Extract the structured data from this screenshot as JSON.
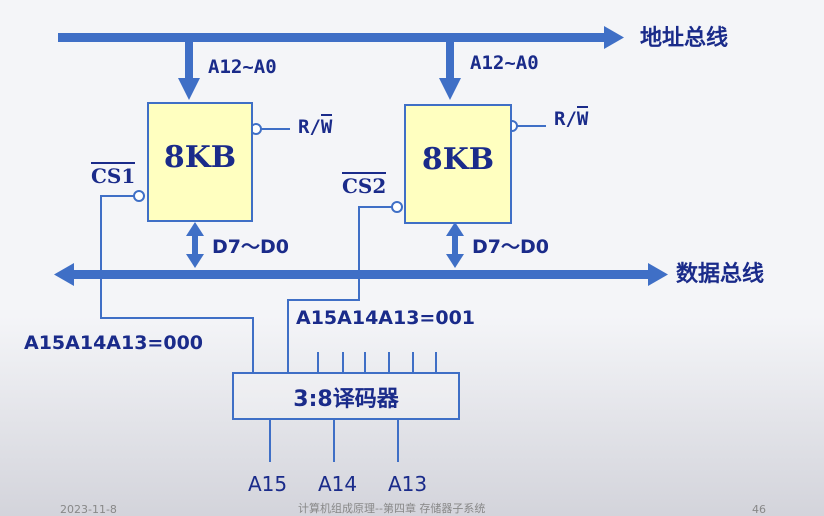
{
  "buses": {
    "address_bus_label": "地址总线",
    "data_bus_label": "数据总线"
  },
  "chips": [
    {
      "label": "8KB",
      "address_label": "A12~A0",
      "data_label": "D7～D0",
      "rw_label": "R/W",
      "rw_prefix": "R/",
      "rw_bar": "W",
      "cs_label": "CS1"
    },
    {
      "label": "8KB",
      "address_label": "A12~A0",
      "data_label": "D7～D0",
      "rw_label": "R/W",
      "rw_prefix": "R/",
      "rw_bar": "W",
      "cs_label": "CS2"
    }
  ],
  "decoder": {
    "label": "3:8译码器",
    "inputs": [
      "A15",
      "A14",
      "A13"
    ],
    "output_condition_1": "A15A14A13=000",
    "output_condition_2": "A15A14A13=001"
  },
  "footer": {
    "date": "2023-11-8",
    "course": "计算机组成原理--第四章 存储器子系统",
    "page": "46"
  },
  "colors": {
    "bus": "#3f6fc6",
    "text": "#1a2b8a",
    "chip_fill": "#ffffc0"
  }
}
